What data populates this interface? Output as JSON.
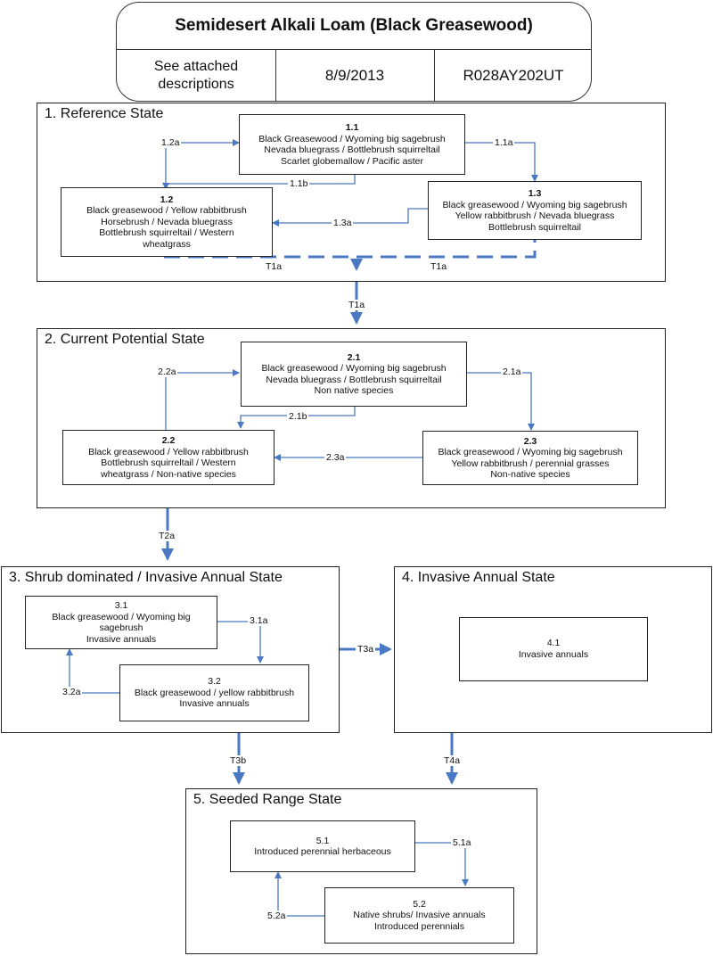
{
  "header": {
    "title": "Semidesert Alkali Loam (Black Greasewood)",
    "descriptions": "See attached descriptions",
    "date": "8/9/2013",
    "site_id": "R028AY202UT"
  },
  "states": {
    "s1": {
      "title": "1. Reference State",
      "c11": {
        "num": "1.1",
        "lines": [
          "Black Greasewood / Wyoming big sagebrush",
          "Nevada bluegrass / Bottlebrush squirreltail",
          "Scarlet globemallow / Pacific aster"
        ]
      },
      "c12": {
        "num": "1.2",
        "lines": [
          "Black greasewood / Yellow rabbitbrush",
          "Horsebrush / Nevada bluegrass",
          "Bottlebrush squirreltail / Western",
          "wheatgrass"
        ]
      },
      "c13": {
        "num": "1.3",
        "lines": [
          "Black greasewood / Wyoming big sagebrush",
          "Yellow rabbitbrush / Nevada bluegrass",
          "Bottlebrush squirreltail"
        ]
      },
      "pathways": {
        "p12a": "1.2a",
        "p11a": "1.1a",
        "p11b": "1.1b",
        "p13a": "1.3a"
      },
      "t1a_left": "T1a",
      "t1a_right": "T1a"
    },
    "s2": {
      "title": "2. Current Potential State",
      "c21": {
        "num": "2.1",
        "lines": [
          "Black greasewood / Wyoming big sagebrush",
          "Nevada bluegrass / Bottlebrush squirreltail",
          "Non native species"
        ]
      },
      "c22": {
        "num": "2.2",
        "lines": [
          "Black greasewood / Yellow rabbitbrush",
          "Bottlebrush squirreltail / Western",
          "wheatgrass / Non-native species"
        ]
      },
      "c23": {
        "num": "2.3",
        "lines": [
          "Black greasewood / Wyoming big sagebrush",
          "Yellow rabbitbrush / perennial grasses",
          "Non-native species"
        ]
      },
      "pathways": {
        "p22a": "2.2a",
        "p21a": "2.1a",
        "p21b": "2.1b",
        "p23a": "2.3a"
      }
    },
    "s3": {
      "title": "3. Shrub dominated / Invasive Annual State",
      "c31": {
        "num": "3.1",
        "lines": [
          "Black greasewood / Wyoming big",
          "sagebrush",
          "Invasive annuals"
        ]
      },
      "c32": {
        "num": "3.2",
        "lines": [
          "Black greasewood / yellow rabbitbrush",
          "Invasive annuals"
        ]
      },
      "pathways": {
        "p31a": "3.1a",
        "p32a": "3.2a"
      }
    },
    "s4": {
      "title": "4. Invasive Annual State",
      "c41": {
        "num": "4.1",
        "lines": [
          "Invasive annuals"
        ]
      }
    },
    "s5": {
      "title": "5. Seeded Range State",
      "c51": {
        "num": "5.1",
        "lines": [
          "Introduced perennial herbaceous"
        ]
      },
      "c52": {
        "num": "5.2",
        "lines": [
          "Native shrubs/ Invasive annuals",
          "Introduced perennials"
        ]
      },
      "pathways": {
        "p51a": "5.1a",
        "p52a": "5.2a"
      }
    }
  },
  "transitions": {
    "t1a": "T1a",
    "t2a": "T2a",
    "t3a": "T3a",
    "t3b": "T3b",
    "t4a": "T4a"
  },
  "colors": {
    "arrow": "#4a78c2",
    "border": "#222222"
  }
}
